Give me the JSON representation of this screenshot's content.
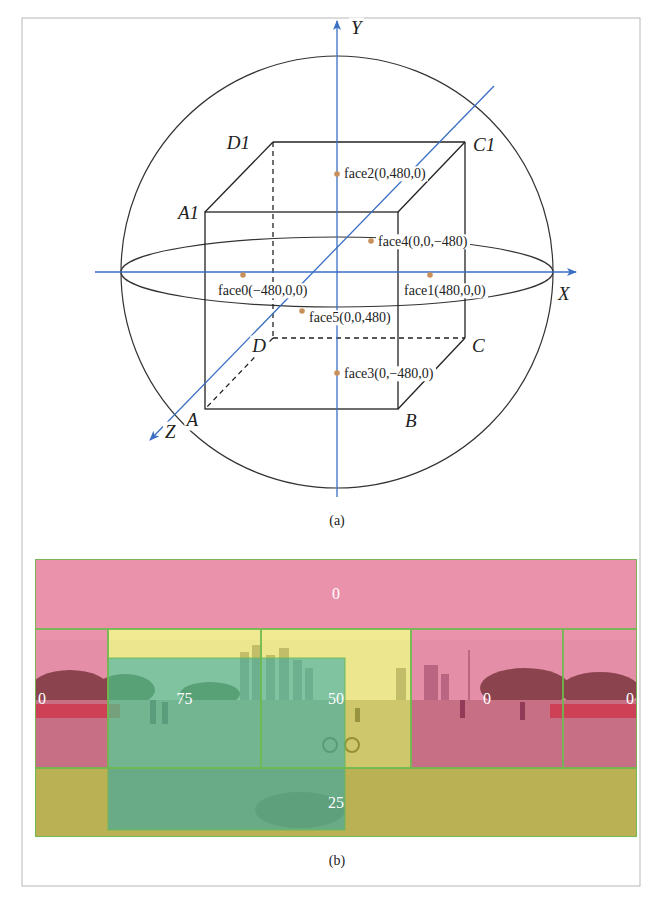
{
  "diagram": {
    "nodes": [
      {
        "text": [
          "0"
        ]
      },
      {
        "text": [
          "0"
        ]
      },
      {
        "text": [
          "75"
        ]
      },
      {
        "text": [
          "50"
        ]
      },
      {
        "text": [
          "0"
        ]
      },
      {
        "text": [
          "0"
        ]
      },
      {
        "text": [
          "25"
        ]
      }
    ],
    "labels": [
      "Y",
      "D1",
      "C1",
      "face2(0,480,0)",
      "A1",
      "face4(0,0,−480)",
      "face0(−480,0,0)",
      "face1(480,0,0)",
      "X",
      "face5(0,0,480)",
      "D",
      "C",
      "face3(0,−480,0)",
      "A",
      "B",
      "Z",
      "(a)",
      "(b)"
    ]
  }
}
